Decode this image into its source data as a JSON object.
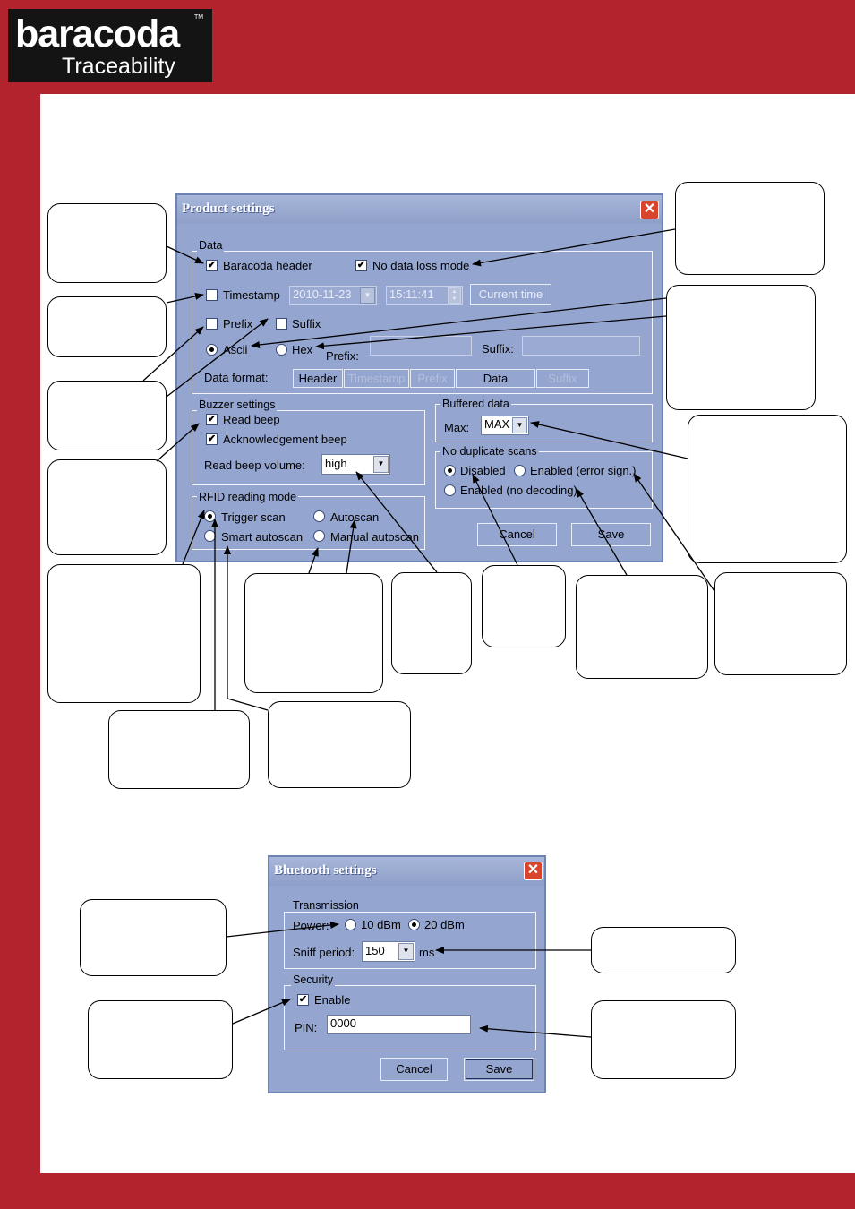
{
  "logo": {
    "brand": "baracoda",
    "trademark": "TM",
    "tagline": "Traceability"
  },
  "product": {
    "title": "Product settings",
    "data_group": "Data",
    "baracoda_header": "Baracoda header",
    "no_data_loss": "No data loss mode",
    "timestamp": "Timestamp",
    "date_value": "2010-11-23",
    "time_value": "15:11:41",
    "current_time": "Current time",
    "prefix": "Prefix",
    "suffix": "Suffix",
    "ascii": "Ascii",
    "hex": "Hex",
    "prefix_field_label": "Prefix:",
    "suffix_field_label": "Suffix:",
    "data_format_label": "Data format:",
    "format_segments": [
      "Header",
      "Timestamp",
      "Prefix",
      "Data",
      "Suffix"
    ],
    "buzzer_group": "Buzzer settings",
    "read_beep": "Read beep",
    "ack_beep": "Acknowledgement beep",
    "volume_label": "Read beep volume:",
    "volume_value": "high",
    "rfid_group": "RFID reading mode",
    "trigger_scan": "Trigger scan",
    "autoscan": "Autoscan",
    "smart_autoscan": "Smart autoscan",
    "manual_autoscan": "Manual autoscan",
    "buffered_group": "Buffered data",
    "max_label": "Max:",
    "max_value": "MAX",
    "nodup_group": "No duplicate scans",
    "disabled": "Disabled",
    "enabled_error": "Enabled (error sign.)",
    "enabled_nodecode": "Enabled (no decoding)",
    "cancel": "Cancel",
    "save": "Save"
  },
  "bluetooth": {
    "title": "Bluetooth settings",
    "transmission_group": "Transmission",
    "power_label": "Power:",
    "power_10": "10 dBm",
    "power_20": "20 dBm",
    "sniff_label": "Sniff period:",
    "sniff_value": "150",
    "sniff_unit": "ms",
    "security_group": "Security",
    "enable": "Enable",
    "pin_label": "PIN:",
    "pin_value": "0000",
    "cancel": "Cancel",
    "save": "Save"
  },
  "colors": {
    "frame": "#b3232d",
    "dialog": "#94a5cf",
    "close": "#d8452c"
  }
}
